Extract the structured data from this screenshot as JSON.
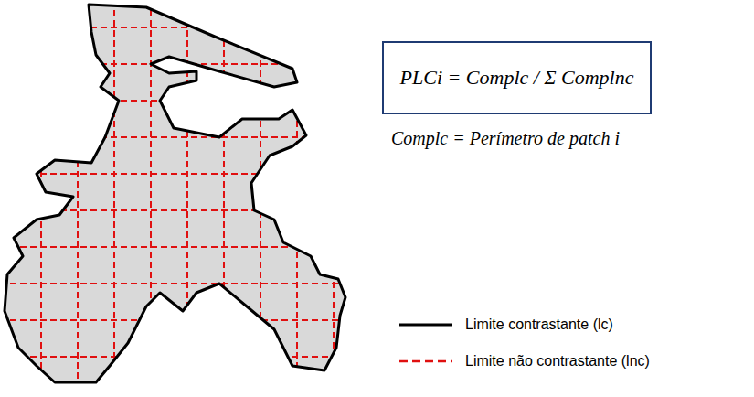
{
  "diagram": {
    "nodes": [
      {
        "text": [
          "PLCi = Complc / Σ Complnc"
        ]
      }
    ],
    "labels": [
      "Complc = Perímetro de patch i"
    ],
    "legend": [
      {
        "text": "Limite contrastante (lc)"
      },
      {
        "text": "Limite não contrastante (lnc)"
      }
    ]
  }
}
